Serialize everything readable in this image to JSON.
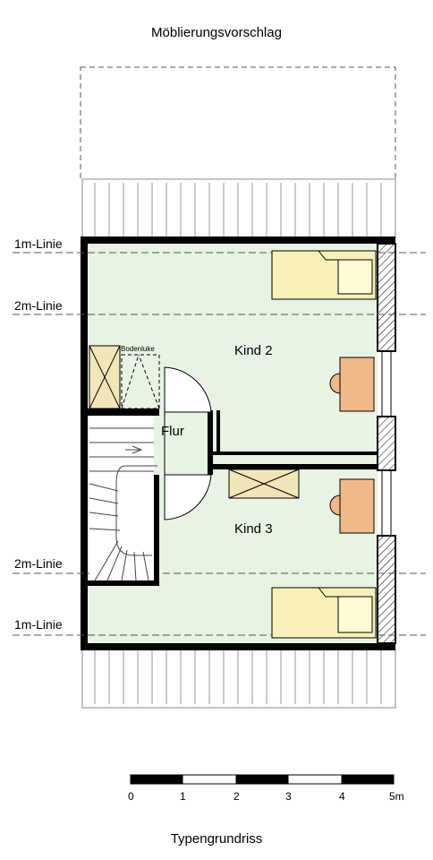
{
  "title": "Möblierungsvorschlag",
  "subtitle": "Typengrundriss",
  "line_labels": {
    "top_1m": "1m-Linie",
    "top_2m": "2m-Linie",
    "bottom_2m": "2m-Linie",
    "bottom_1m": "1m-Linie"
  },
  "rooms": {
    "kind2": "Kind 2",
    "kind3": "Kind 3",
    "flur": "Flur",
    "bodenluke": "Bodenluke"
  },
  "scale": {
    "labels": [
      "0",
      "1",
      "2",
      "3",
      "4",
      "5m"
    ]
  },
  "colors": {
    "floor": "#e8f3e4",
    "bed": "#f7f0b8",
    "desk": "#efb98a",
    "wall": "#000000",
    "dash": "#555555"
  }
}
